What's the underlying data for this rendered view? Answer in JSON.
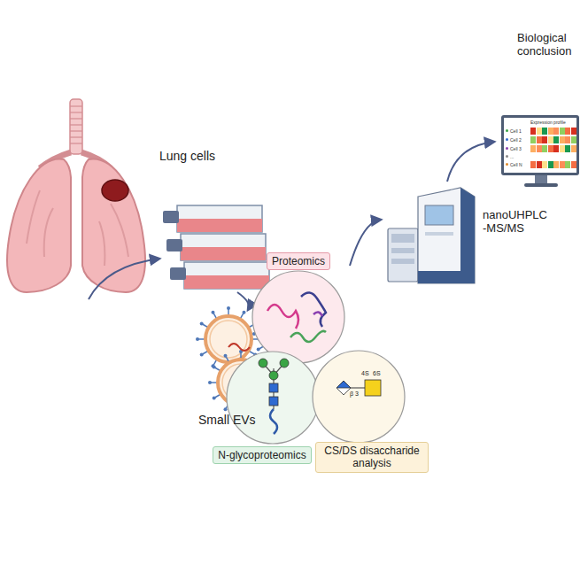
{
  "diagram": {
    "nodes": [
      {
        "text": [
          "Proteomics"
        ]
      },
      {
        "text": [
          "N-glycoproteomics"
        ]
      },
      {
        "text": [
          "CS/DS disaccharide analysis"
        ]
      },
      {
        "text": [
          "Expression profile",
          "Cell 1",
          "Cell 2",
          "Cell 3",
          "...",
          "Cell N"
        ]
      }
    ],
    "labels": [
      "Lung cells",
      "Small EVs",
      "nanoUHPLC-MS/MS",
      "Biological conclusion",
      "4S",
      "6S",
      "β 3"
    ]
  }
}
